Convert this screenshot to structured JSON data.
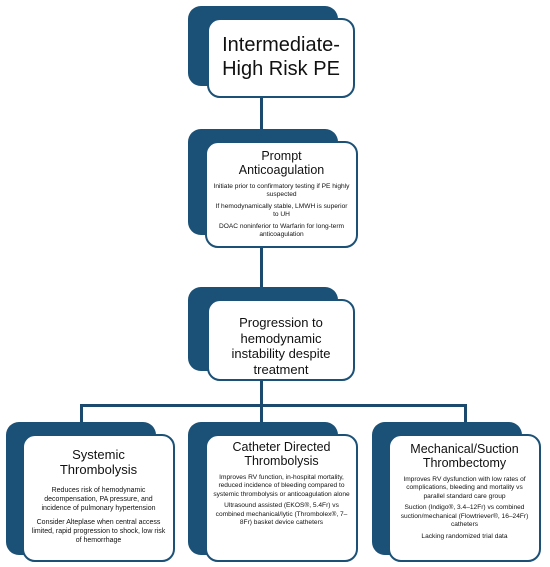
{
  "colors": {
    "accent": "#1b5176",
    "connector": "#1c4a6e"
  },
  "nodes": {
    "top": {
      "title": "Intermediate-High Risk PE"
    },
    "anticoag": {
      "title": "Prompt Anticoagulation",
      "points": [
        "Initiate prior to confirmatory testing if PE highly suspected",
        "If hemodynamically stable, LMWH is superior to UH",
        "DOAC noninferior to Warfarin for long-term anticoagulation"
      ]
    },
    "progression": {
      "title": "Progression to hemodynamic instability despite treatment"
    },
    "systemic": {
      "title": "Systemic Thrombolysis",
      "points": [
        "Reduces risk of hemodynamic decompensation, PA pressure, and incidence of pulmonary hypertension",
        "Consider Alteplase when central access limited, rapid progression to shock, low risk of hemorrhage"
      ]
    },
    "catheter": {
      "title": "Catheter Directed Thrombolysis",
      "points": [
        "Improves RV function, in-hospital mortality, reduced incidence of bleeding compared to systemic thrombolysis or anticoagulation alone",
        "Ultrasound assisted (EKOS®, 5.4Fr) vs combined mechanical/lytic (Thrombolex®, 7–8Fr) basket device catheters"
      ]
    },
    "mechanical": {
      "title": "Mechanical/Suction Thrombectomy",
      "points": [
        "Improves RV dysfunction with low rates of complications, bleeding and mortality vs parallel standard care group",
        "Suction (Indigo®, 3.4–12Fr) vs combined suction/mechanical (Flowtriever®, 16–24Fr) catheters",
        "Lacking randomized trial data"
      ]
    }
  }
}
